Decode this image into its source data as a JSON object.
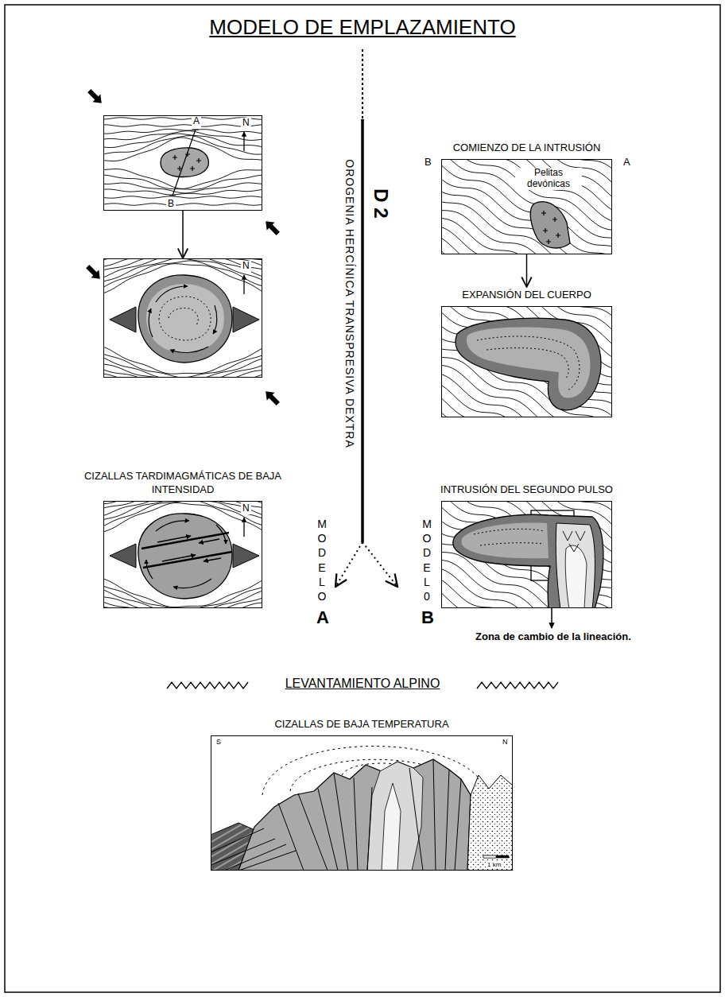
{
  "diagram": {
    "title": "MODELO DE EMPLAZAMIENTO",
    "nodes": [
      {
        "text": [
          "A",
          "B",
          "N"
        ]
      },
      {
        "text": [
          "N"
        ]
      },
      {
        "text": [
          "CIZALLAS TARDIMAGMÁTICAS DE BAJA INTENSIDAD",
          "N"
        ]
      },
      {
        "text": [
          "COMIENZO DE LA INTRUSIÓN",
          "B",
          "A",
          "Pelitas devónicas"
        ]
      },
      {
        "text": [
          "EXPANSIÓN DEL CUERPO"
        ]
      },
      {
        "text": [
          "INTRUSIÓN DEL SEGUNDO PULSO"
        ]
      },
      {
        "text": [
          "CIZALLAS DE BAJA TEMPERATURA",
          "S",
          "N",
          "1 km"
        ]
      }
    ],
    "edges": [
      {
        "from": 0,
        "to": 1,
        "arrow": "to"
      },
      {
        "from": 3,
        "to": 4,
        "arrow": "to"
      }
    ],
    "labels": [
      "OROGENIA HERCÍNICA TRANSPRESIVA DEXTRA",
      "D 2",
      "MODELO",
      "A",
      "MODEL0",
      "B",
      "Zona de cambio de la lineación.",
      "LEVANTAMIENTO ALPINO"
    ]
  }
}
